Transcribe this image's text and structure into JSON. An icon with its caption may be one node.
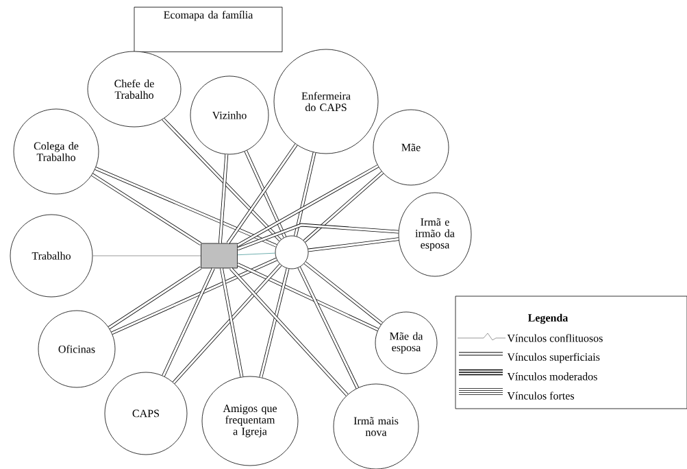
{
  "diagram": {
    "nodes": [
      {
        "text": [
          "Ecomapa da família"
        ]
      },
      {
        "text": [
          "Chefe de Trabalho"
        ]
      },
      {
        "text": [
          "Vizinho"
        ]
      },
      {
        "text": [
          "Enfermeira do CAPS"
        ]
      },
      {
        "text": [
          "Colega de Trabalho"
        ]
      },
      {
        "text": [
          "Mãe"
        ]
      },
      {
        "text": [
          "Trabalho"
        ]
      },
      {
        "text": [],
        "shape": "box"
      },
      {
        "text": [],
        "shape": "circle"
      },
      {
        "text": [
          "Irmã e irmão da esposa"
        ]
      },
      {
        "text": [
          "Oficinas"
        ]
      },
      {
        "text": [
          "Mãe da esposa"
        ]
      },
      {
        "text": [
          "CAPS"
        ]
      },
      {
        "text": [
          "Amigos que frequentam a Igreja"
        ]
      },
      {
        "text": [
          "Irmã mais nova"
        ]
      }
    ],
    "edges": [
      {
        "from": 6,
        "to": 7,
        "arrow": "none",
        "color": "#808080"
      },
      {
        "from": 7,
        "to": 8,
        "arrow": "none",
        "color": "#4a9a9a"
      },
      {
        "from": 1,
        "to": 8,
        "arrow": "none"
      },
      {
        "from": 4,
        "to": 7,
        "arrow": "none"
      },
      {
        "from": 4,
        "to": 8,
        "arrow": "none"
      },
      {
        "from": 2,
        "to": 7,
        "arrow": "none"
      },
      {
        "from": 2,
        "to": 8,
        "arrow": "none"
      },
      {
        "from": 3,
        "to": 7,
        "arrow": "none"
      },
      {
        "from": 3,
        "to": 8,
        "arrow": "none"
      },
      {
        "from": 5,
        "to": 7,
        "arrow": "none"
      },
      {
        "from": 5,
        "to": 8,
        "arrow": "none"
      },
      {
        "from": 9,
        "to": 7,
        "arrow": "none"
      },
      {
        "from": 9,
        "to": 8,
        "arrow": "none"
      },
      {
        "from": 10,
        "to": 7,
        "arrow": "none"
      },
      {
        "from": 10,
        "to": 8,
        "arrow": "none"
      },
      {
        "from": 11,
        "to": 7,
        "arrow": "none"
      },
      {
        "from": 11,
        "to": 8,
        "arrow": "none"
      },
      {
        "from": 12,
        "to": 7,
        "arrow": "none"
      },
      {
        "from": 12,
        "to": 8,
        "arrow": "none"
      },
      {
        "from": 13,
        "to": 7,
        "arrow": "none"
      },
      {
        "from": 13,
        "to": 8,
        "arrow": "none"
      },
      {
        "from": 14,
        "to": 7,
        "arrow": "none"
      },
      {
        "from": 14,
        "to": 8,
        "arrow": "none"
      }
    ],
    "labels": [
      "Legenda"
    ],
    "legend": [
      {
        "text": "Vínculos conflituosos"
      },
      {
        "text": "Vínculos superficiais"
      },
      {
        "text": "Vínculos moderados"
      },
      {
        "text": "Vínculos fortes"
      }
    ]
  }
}
